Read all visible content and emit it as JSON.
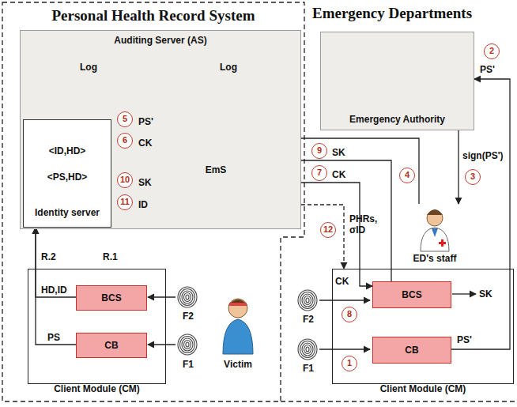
{
  "diagram": {
    "nodes": [
      {
        "text": [
          "Personal Health Record System"
        ]
      },
      {
        "text": [
          "Auditing Server (AS)"
        ],
        "in": 0
      },
      {
        "text": [
          "<ID,HD>",
          "<PS,HD>",
          "Identity server"
        ],
        "in": 1
      },
      {
        "text": [
          "EmS"
        ],
        "in": 1
      },
      {
        "text": [
          "Emergency Authority"
        ]
      },
      {
        "text": [
          "ED's staff"
        ]
      },
      {
        "text": [
          "Client Module (CM)"
        ],
        "in": 0
      },
      {
        "text": [
          "BCS"
        ],
        "in": 6
      },
      {
        "text": [
          "CB"
        ],
        "in": 6
      },
      {
        "text": [
          "Victim"
        ],
        "in": 0
      },
      {
        "text": [
          "Client Module (CM)"
        ]
      },
      {
        "text": [
          "BCS"
        ],
        "in": 10
      },
      {
        "text": [
          "CB"
        ],
        "in": 10
      }
    ],
    "edges": [
      {
        "from": 3,
        "to": 2,
        "arrow": "to",
        "label": "PS'"
      },
      {
        "from": 2,
        "to": 3,
        "arrow": "to",
        "label": "CK"
      },
      {
        "from": 3,
        "to": 2,
        "arrow": "to",
        "label": "SK"
      },
      {
        "from": 2,
        "to": 3,
        "arrow": "to",
        "label": "ID"
      },
      {
        "from": 12,
        "to": 4,
        "arrow": "to",
        "label": "PS'"
      },
      {
        "from": 4,
        "to": 5,
        "arrow": "to",
        "label": "sign(PS')"
      },
      {
        "from": 5,
        "to": 3,
        "arrow": "to"
      },
      {
        "from": 3,
        "to": 11,
        "arrow": "to",
        "label": "CK"
      },
      {
        "from": 11,
        "to": 3,
        "arrow": "to",
        "label": "SK"
      },
      {
        "from": 3,
        "to": 10,
        "arrow": "to",
        "label": "PHRs, σID"
      },
      {
        "from": 7,
        "to": 2,
        "arrow": "to",
        "label": "HD,ID"
      },
      {
        "from": 8,
        "to": 2,
        "arrow": "to",
        "label": "PS"
      }
    ],
    "labels": [
      "Emergency Departments",
      "Log",
      "Log",
      "5",
      "6",
      "10",
      "11",
      "7",
      "9",
      "12",
      "2",
      "3",
      "4",
      "R.2",
      "R.1",
      "F2",
      "F1",
      "F2",
      "F1",
      "CK",
      "SK",
      "PS'",
      "8",
      "1"
    ]
  }
}
